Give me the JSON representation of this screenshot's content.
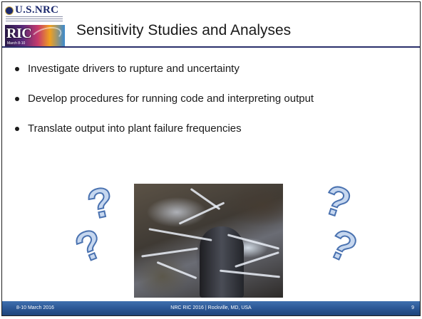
{
  "header": {
    "logo_org": "U.S.NRC",
    "logo_conference": "RIC",
    "logo_date": "March 8-10",
    "title": "Sensitivity Studies and Analyses"
  },
  "bullets": [
    "Investigate drivers to rupture and uncertainty",
    "Develop procedures for running code and interpreting output",
    "Translate output into plant failure frequencies"
  ],
  "footer": {
    "date": "8-10 March 2016",
    "event": "NRC RIC 2016 | Rockville, MD, USA",
    "page_number": "9"
  },
  "decor": {
    "question_mark_glyph": "?",
    "question_mark_count": 4,
    "accent": "#2a2f6b",
    "footer_color": "#2b5795",
    "qmark_fill": "#c6d7ef",
    "qmark_stroke": "#4a72b0"
  }
}
